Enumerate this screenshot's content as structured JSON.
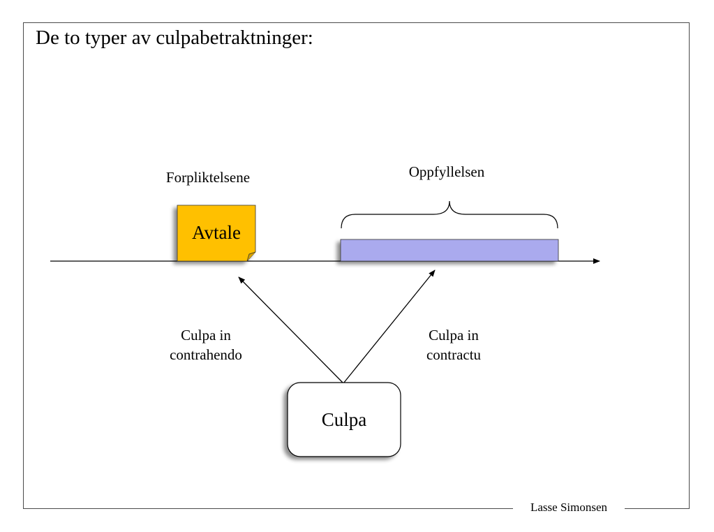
{
  "slide": {
    "title": "De to typer av culpabetraktninger:",
    "labels": {
      "forpliktelsene": "Forpliktelsene",
      "oppfyllelsen": "Oppfyllelsen",
      "avtale": "Avtale",
      "culpa": "Culpa",
      "culpa_in_contrahendo_line1": "Culpa in",
      "culpa_in_contrahendo_line2": "contrahendo",
      "culpa_in_contractu_line1": "Culpa in",
      "culpa_in_contractu_line2": "contractu"
    },
    "footer": "Lasse Simonsen"
  },
  "colors": {
    "avtale_fill": "#FFC000",
    "oppfyllelsen_bar_fill": "#AAAAEE",
    "frame": "#4a4a4a"
  }
}
